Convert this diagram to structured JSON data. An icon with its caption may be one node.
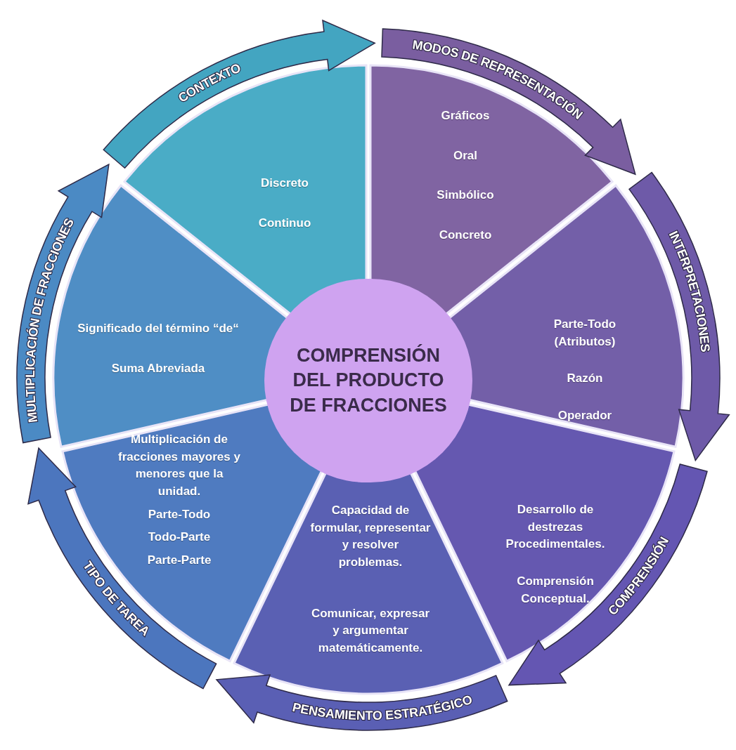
{
  "diagram": {
    "nodes": [
      {
        "text": [
          "COMPRENSIÓN DEL PRODUCTO DE FRACCIONES"
        ]
      },
      {
        "text": [
          "CONTEXTO"
        ]
      },
      {
        "text": [
          "Discreto",
          "Continuo"
        ]
      },
      {
        "text": [
          "MODOS DE REPRESENTACIÓN"
        ]
      },
      {
        "text": [
          "Gráficos",
          "Oral",
          "Simbólico",
          "Concreto"
        ]
      },
      {
        "text": [
          "Parte-Todo (Atributos)",
          "Razón",
          "Operador"
        ]
      },
      {
        "text": [
          "INTERPRETACIONES"
        ]
      },
      {
        "text": [
          "Desarrollo de destrezas Procedimentales.",
          "Comprensión Conceptual."
        ]
      },
      {
        "text": [
          "COMPRENSIÓN"
        ]
      },
      {
        "text": [
          "Capacidad de formular, representar y resolver problemas.",
          "Comunicar, expresar y argumentar matemáticamente."
        ]
      },
      {
        "text": [
          "PENSAMIENTO ESTRATÉGICO"
        ]
      },
      {
        "text": [
          "MULTIPLICACIÓN DE FRACCIONES"
        ]
      },
      {
        "text": [
          "Significado del término “de“",
          "Suma Abreviada"
        ]
      },
      {
        "text": [
          "Multiplicación de fracciones mayores y menores que la unidad.",
          "Parte-Todo",
          "Todo-Parte",
          "Parte-Parte"
        ]
      },
      {
        "text": [
          "TIPO DE TAREA"
        ]
      }
    ]
  }
}
